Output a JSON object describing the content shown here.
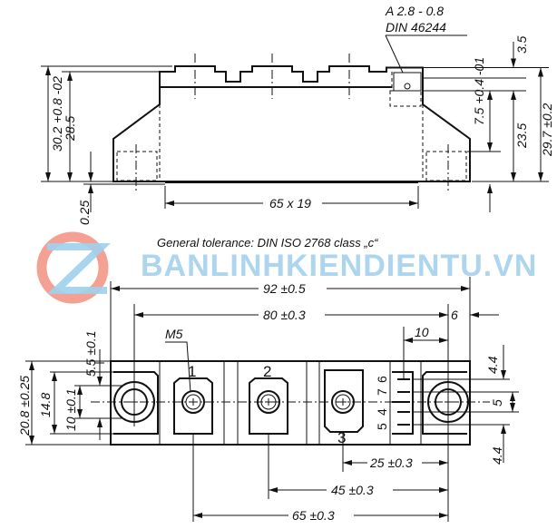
{
  "side_view": {
    "connector_label_line1": "A 2.8 - 0.8",
    "connector_label_line2": "DIN 46244",
    "dims": {
      "total_height": "30.2 +0.8 -02",
      "body_height": "28.5",
      "base_offset": "0.25",
      "base_plate": "65 x 19",
      "tab_top": "3.5",
      "tab_height": "7.5 +0.4 -01",
      "tab_to_base": "23.5",
      "overall_right": "29.7 ±0.2"
    }
  },
  "general_tolerance": "General tolerance: DIN ISO 2768 class „c“",
  "watermark": {
    "text": "BANLINHKIENDIENTU.VN",
    "color": "#9fd0ec",
    "logo_color": "#f08a78"
  },
  "top_view": {
    "terminal_labels": [
      "1",
      "2",
      "3"
    ],
    "pin_labels": [
      "6",
      "7",
      "4",
      "5"
    ],
    "thread_label": "M5",
    "dims": {
      "overall_length": "92 ±0.5",
      "mount_spacing": "80 ±0.3",
      "edge_offset": "6",
      "pin_offset": "10",
      "overall_width": "20.8 ±0.25",
      "inner_width": "14.8",
      "hole_dia": "10 ±0.1",
      "hole_offset": "5.5 ±0.1",
      "pin_spacing_top": "4.4",
      "pin_spacing_mid": "5",
      "pin_spacing_bottom": "4.4",
      "t3_spacing": "25 ±0.3",
      "t2_spacing": "45 ±0.3",
      "t1_spacing": "65 ±0.3"
    }
  }
}
